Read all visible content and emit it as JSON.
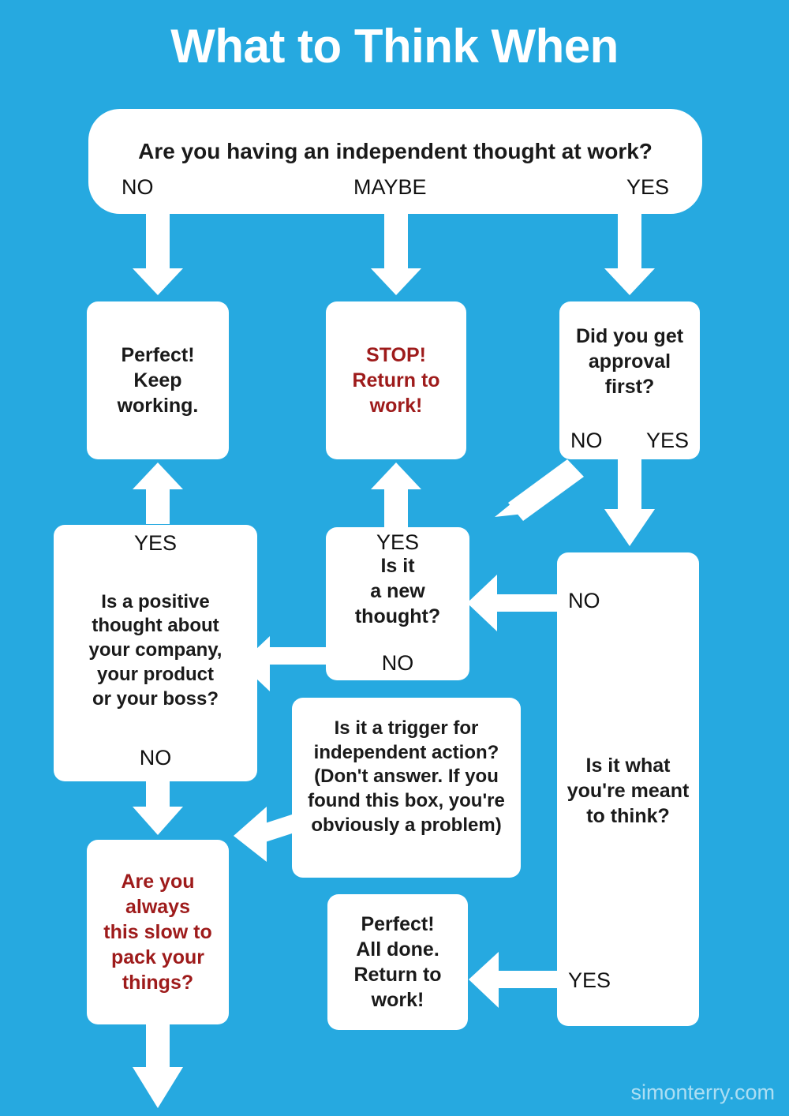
{
  "title": "What to Think When",
  "colors": {
    "background": "#26a9e0",
    "box": "#ffffff",
    "text": "#1a1a1a",
    "alert": "#9e1b1b",
    "title": "#ffffff"
  },
  "watermark": "simonterry.com",
  "nodes": {
    "q1": {
      "text": "Are you having an independent thought at work?",
      "option_no": "NO",
      "option_maybe": "MAYBE",
      "option_yes": "YES"
    },
    "perfect_keep": {
      "line1": "Perfect!",
      "line2": "Keep",
      "line3": "working."
    },
    "stop": {
      "line1": "STOP!",
      "line2": "Return to",
      "line3": "work!"
    },
    "approval": {
      "line1": "Did you get",
      "line2": "approval",
      "line3": "first?",
      "option_no": "NO",
      "option_yes": "YES"
    },
    "positive": {
      "top_label": "YES",
      "line1": "Is a positive",
      "line2": "thought about",
      "line3": "your company,",
      "line4": "your product",
      "line5": "or your boss?",
      "bottom_label": "NO"
    },
    "new_thought": {
      "top_label": "YES",
      "line1": "Is it",
      "line2": "a new",
      "line3": "thought?",
      "bottom_label": "NO"
    },
    "meant_to_think": {
      "top_label": "NO",
      "line1": "Is it what",
      "line2": "you're meant",
      "line3": "to think?",
      "bottom_label": "YES"
    },
    "trigger": {
      "line1": "Is it a trigger for",
      "line2": "independent action?",
      "line3": "(Don't answer. If you",
      "line4": "found this box, you're",
      "line5": "obviously a problem)"
    },
    "slow": {
      "line1": "Are you",
      "line2": "always",
      "line3": "this slow to",
      "line4": "pack your",
      "line5": "things?"
    },
    "all_done": {
      "line1": "Perfect!",
      "line2": "All done.",
      "line3": "Return to",
      "line4": "work!"
    }
  },
  "chart_data": {
    "type": "diagram",
    "title": "What to Think When",
    "diagram_kind": "flowchart",
    "edges": [
      {
        "from": "q1",
        "to": "perfect_keep",
        "label": "NO",
        "direction": "down"
      },
      {
        "from": "q1",
        "to": "stop",
        "label": "MAYBE",
        "direction": "down"
      },
      {
        "from": "q1",
        "to": "approval",
        "label": "YES",
        "direction": "down"
      },
      {
        "from": "approval",
        "to": "new_thought",
        "label": "NO",
        "direction": "down-left-diagonal"
      },
      {
        "from": "approval",
        "to": "meant_to_think",
        "label": "YES",
        "direction": "down"
      },
      {
        "from": "meant_to_think",
        "to": "new_thought",
        "label": "NO",
        "direction": "left"
      },
      {
        "from": "meant_to_think",
        "to": "all_done",
        "label": "YES",
        "direction": "left"
      },
      {
        "from": "new_thought",
        "to": "stop",
        "label": "YES",
        "direction": "up"
      },
      {
        "from": "new_thought",
        "to": "positive",
        "label": "NO",
        "direction": "left"
      },
      {
        "from": "positive",
        "to": "perfect_keep",
        "label": "YES",
        "direction": "up"
      },
      {
        "from": "positive",
        "to": "slow",
        "label": "NO",
        "direction": "down"
      },
      {
        "from": "trigger",
        "to": "slow",
        "label": "",
        "direction": "left"
      },
      {
        "from": "slow",
        "to": "offpage",
        "label": "",
        "direction": "down"
      }
    ]
  }
}
